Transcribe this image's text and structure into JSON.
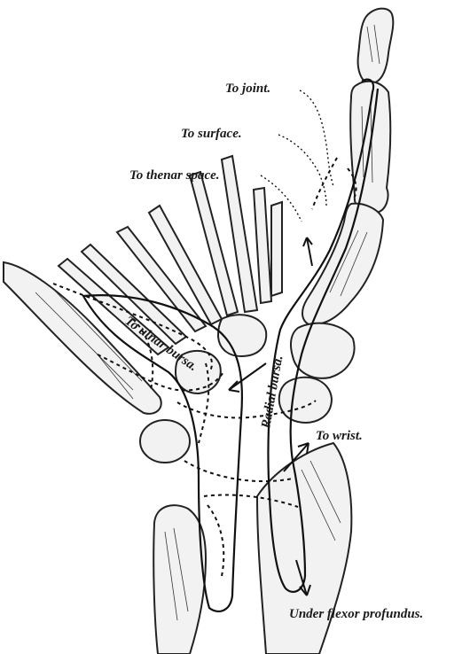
{
  "labels": {
    "to_joint": "To joint.",
    "to_surface": "To surface.",
    "to_thenar_space": "To thenar space.",
    "to_ulnar_bursa": "To ulnar bursa.",
    "radial_bursa": "Radial bursa.",
    "to_wrist": "To wrist.",
    "under_flexor_profundus": "Under flexor profundus."
  }
}
